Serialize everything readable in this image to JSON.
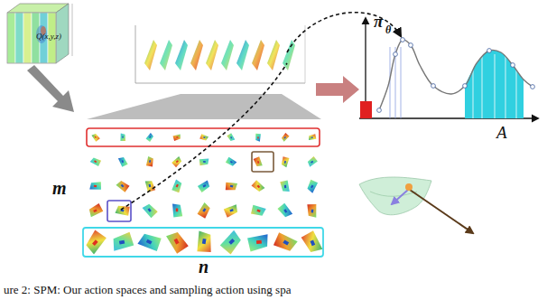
{
  "diagram": {
    "caption": "ure 2: SPM: Our action spaces and sampling action using spa",
    "labels": [
      "Q(x,y,z)",
      "π",
      "θ",
      "A",
      "m",
      "n"
    ]
  }
}
